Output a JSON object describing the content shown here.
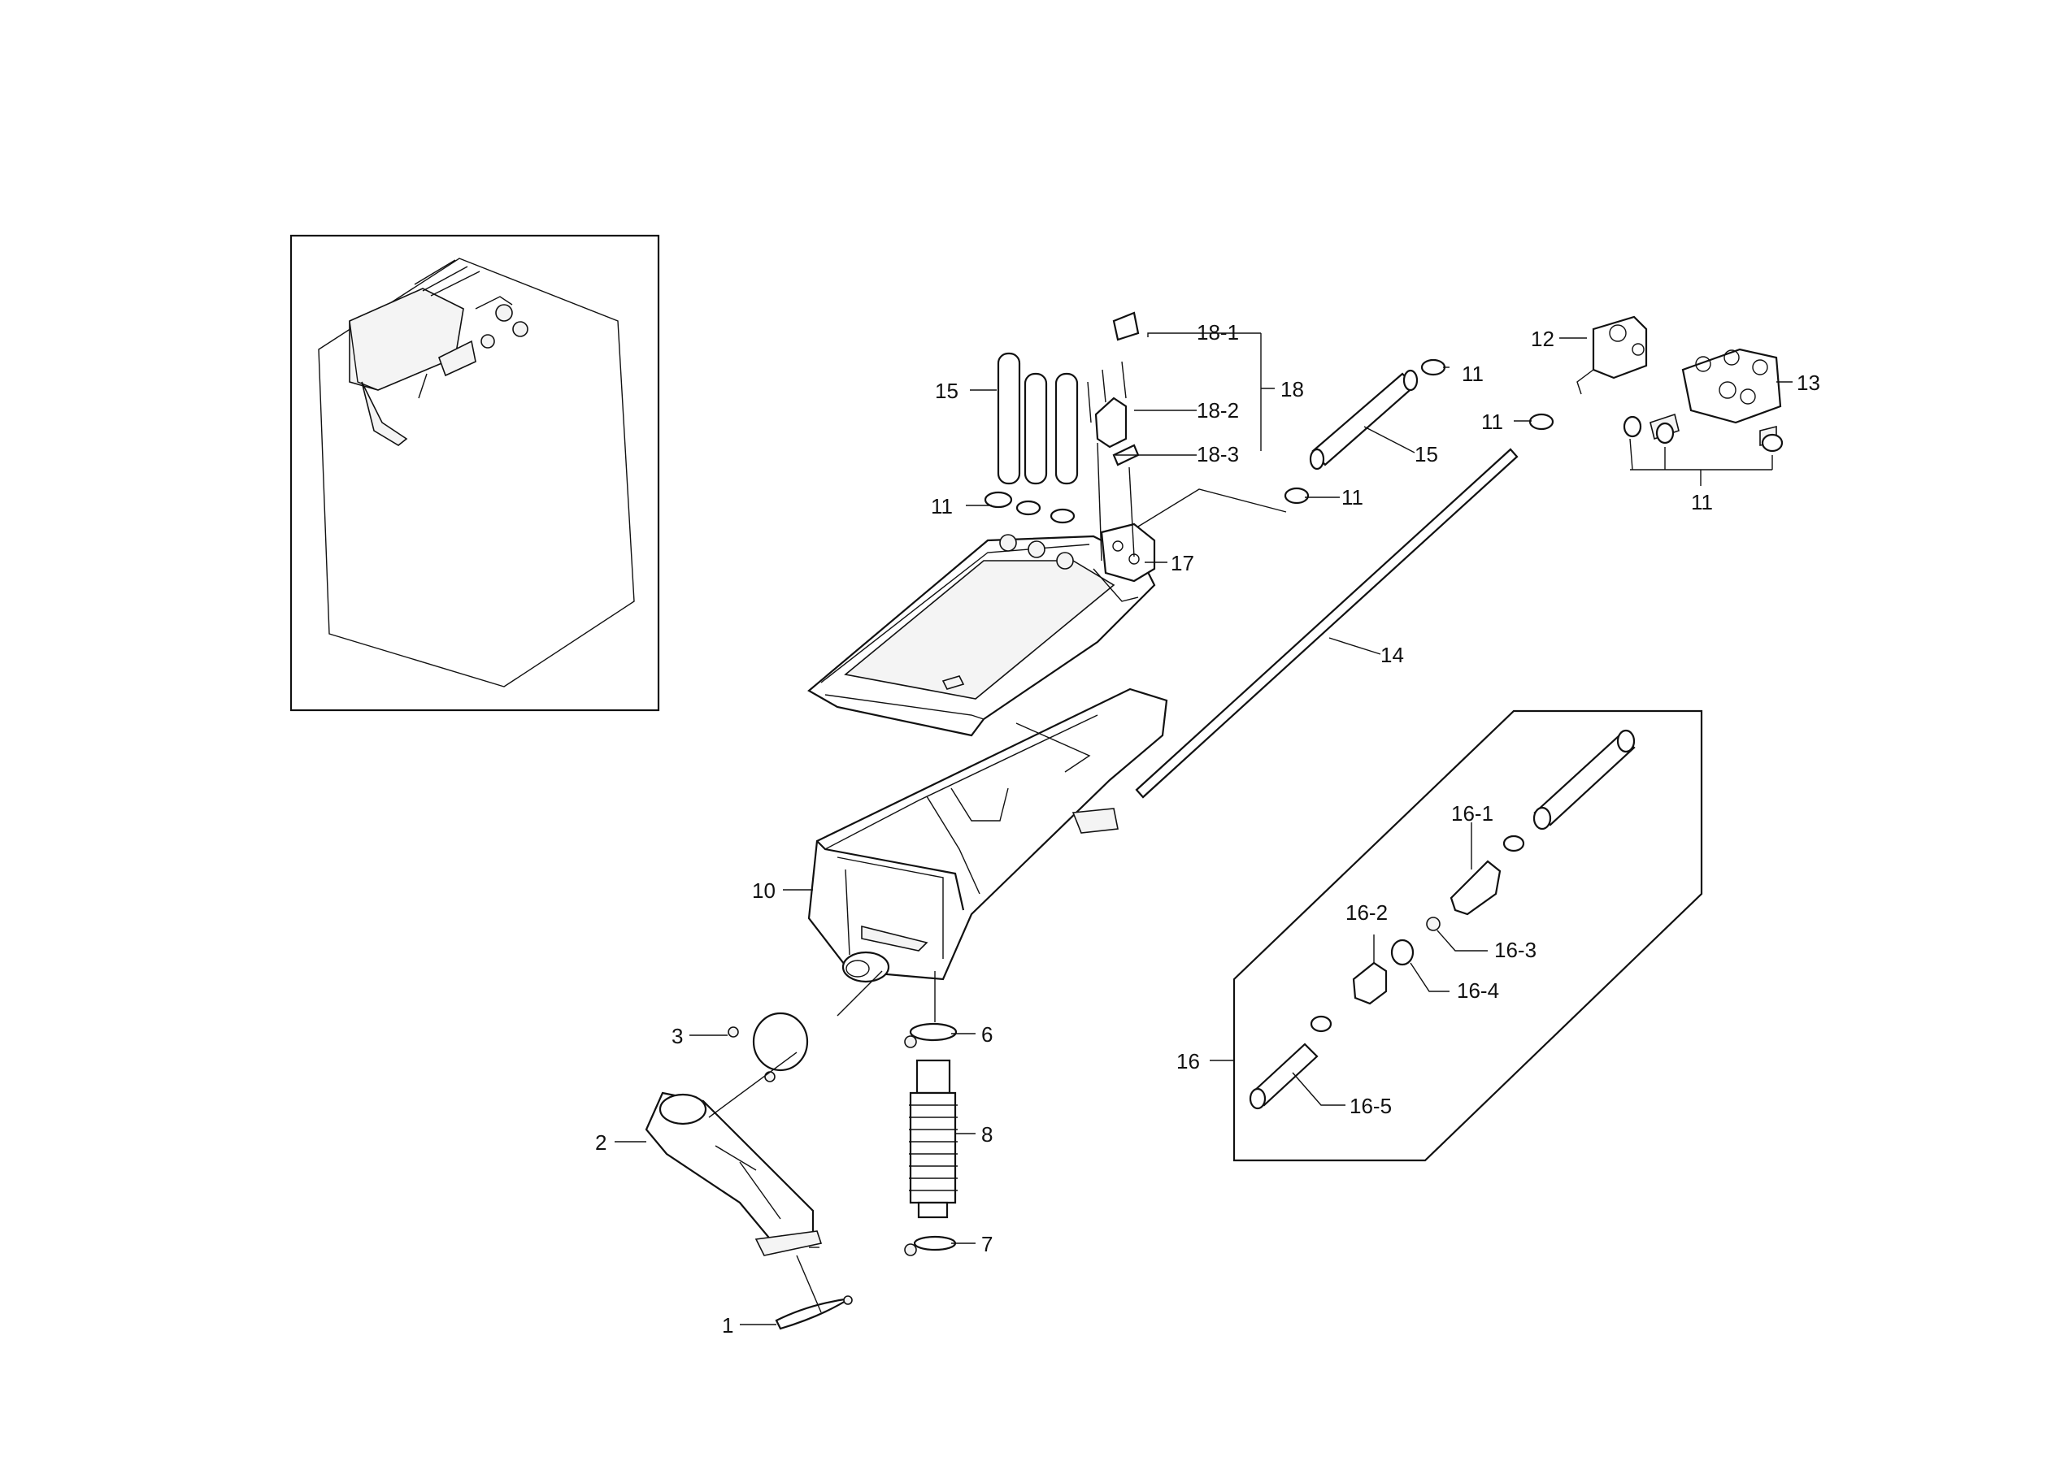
{
  "diagram": {
    "labels": {
      "l1": "1",
      "l2": "2",
      "l3": "3",
      "l6": "6",
      "l7": "7",
      "l8": "8",
      "l10": "10",
      "l11a": "11",
      "l11b": "11",
      "l11c": "11",
      "l11d": "11",
      "l11e": "11",
      "l12": "12",
      "l13": "13",
      "l14": "14",
      "l15a": "15",
      "l15b": "15",
      "l16": "16",
      "l16_1": "16-1",
      "l16_2": "16-2",
      "l16_3": "16-3",
      "l16_4": "16-4",
      "l16_5": "16-5",
      "l17": "17",
      "l18": "18",
      "l18_1": "18-1",
      "l18_2": "18-2",
      "l18_3": "18-3"
    }
  }
}
